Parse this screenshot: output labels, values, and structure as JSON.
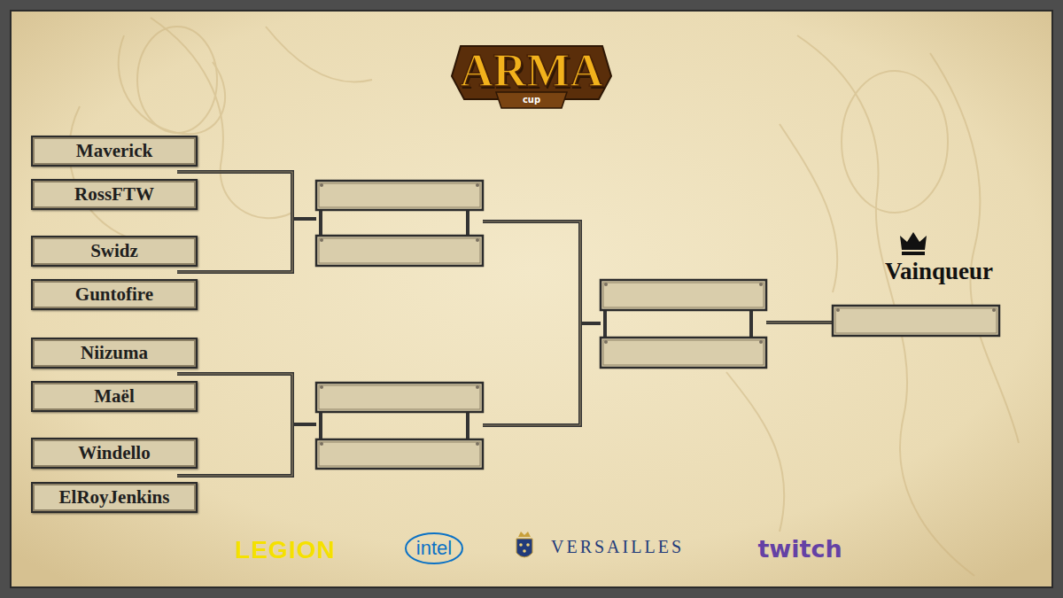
{
  "diagram": {
    "title": "ARMA",
    "nodes": [
      {
        "text": [
          "Maverick"
        ]
      },
      {
        "text": [
          "RossFTW"
        ]
      },
      {
        "text": [
          "Swidz"
        ]
      },
      {
        "text": [
          "Guntofire"
        ]
      },
      {
        "text": [
          "Niizuma"
        ]
      },
      {
        "text": [
          "Maël"
        ]
      },
      {
        "text": [
          "Windello"
        ]
      },
      {
        "text": [
          "ElRoyJenkins"
        ]
      }
    ],
    "labels": [
      "cup",
      "Vainqueur",
      "LEGION",
      "intel",
      "VERSAILLES",
      "twitch"
    ]
  }
}
